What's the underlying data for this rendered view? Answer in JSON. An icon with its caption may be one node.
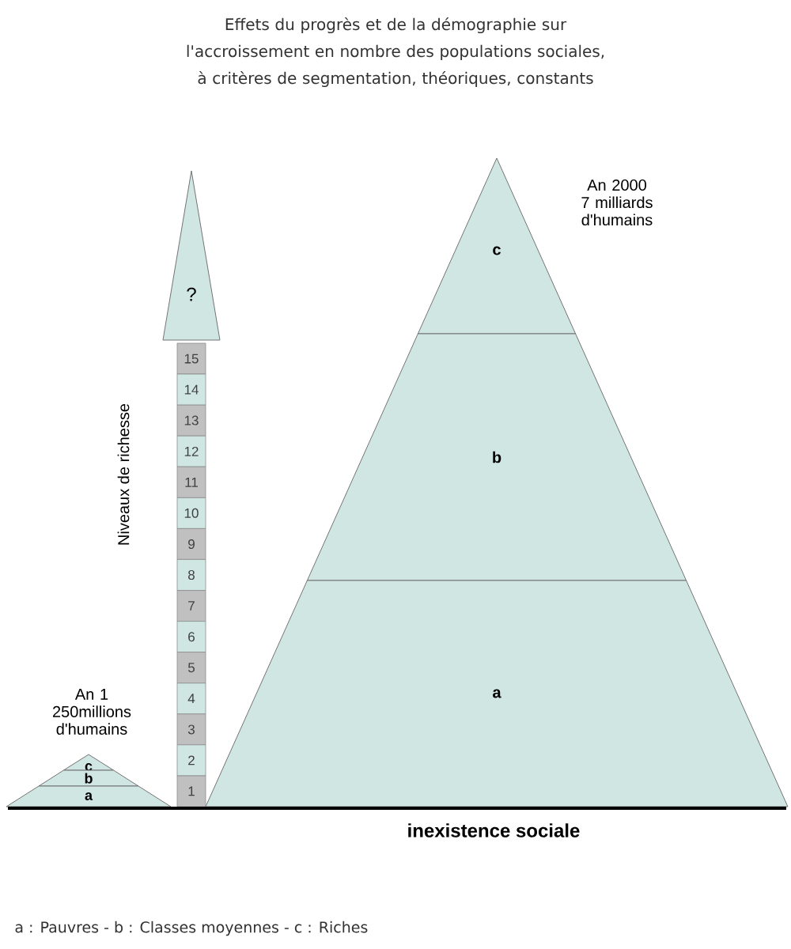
{
  "diagram": {
    "title": "Effets du progrès et de la démographie sur l'accroissement en nombre des populations sociales, à critères de segmentation, théoriques, constants",
    "nodes": [
      {
        "text": [
          "c"
        ]
      },
      {
        "text": [
          "b"
        ]
      },
      {
        "text": [
          "a"
        ]
      },
      {
        "text": [
          "c"
        ]
      },
      {
        "text": [
          "b"
        ]
      },
      {
        "text": [
          "a"
        ]
      },
      {
        "text": [
          "?"
        ]
      },
      {
        "text": [
          "15"
        ]
      },
      {
        "text": [
          "14"
        ]
      },
      {
        "text": [
          "13"
        ]
      },
      {
        "text": [
          "12"
        ]
      },
      {
        "text": [
          "11"
        ]
      },
      {
        "text": [
          "10"
        ]
      },
      {
        "text": [
          "9"
        ]
      },
      {
        "text": [
          "8"
        ]
      },
      {
        "text": [
          "7"
        ]
      },
      {
        "text": [
          "6"
        ]
      },
      {
        "text": [
          "5"
        ]
      },
      {
        "text": [
          "4"
        ]
      },
      {
        "text": [
          "3"
        ]
      },
      {
        "text": [
          "2"
        ]
      },
      {
        "text": [
          "1"
        ]
      }
    ],
    "labels": [
      "An 2000 7 milliards d'humains",
      "Niveaux de richesse",
      "An 1 250millions d'humains",
      "inexistence sociale"
    ],
    "caption": "a : Pauvres - b : Classes moyennes - c : Riches"
  }
}
